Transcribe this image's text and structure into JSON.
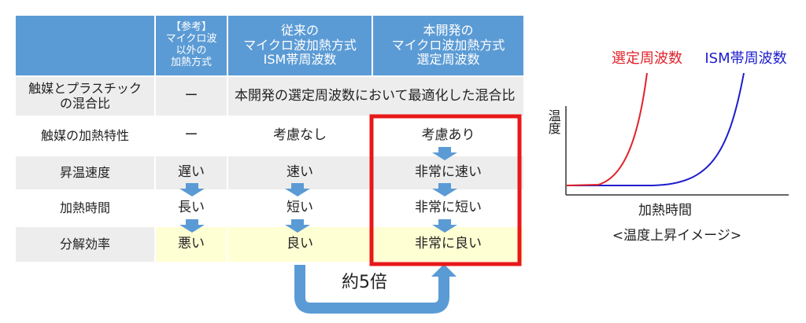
{
  "table": {
    "headers": [
      "",
      "【参考】マイクロ波以外の加熱方式",
      "従来のマイクロ波加熱方式ISM帯周波数",
      "本開発のマイクロ波加熱方式選定周波数"
    ],
    "header_lines": [
      [
        "【参考】",
        "マイクロ波",
        "以外の",
        "加熱方式"
      ],
      [
        "従来の",
        "マイクロ波加熱方式",
        "ISM帯周波数"
      ],
      [
        "本開発の",
        "マイクロ波加熱方式",
        "選定周波数"
      ]
    ],
    "rows": [
      {
        "label": "触媒とプラスチックの混合比",
        "label_lines": [
          "触媒とプラスチック",
          "の混合比"
        ],
        "c1": "ー",
        "merged": "本開発の選定周波数において最適化した混合比"
      },
      {
        "label": "触媒の加熱特性",
        "c1": "ー",
        "c2": "考慮なし",
        "c3": "考慮あり"
      },
      {
        "label": "昇温速度",
        "c1": "遅い",
        "c2": "速い",
        "c3": "非常に速い"
      },
      {
        "label": "加熱時間",
        "c1": "長い",
        "c2": "短い",
        "c3": "非常に短い"
      },
      {
        "label": "分解効率",
        "c1": "悪い",
        "c2": "良い",
        "c3": "非常に良い"
      }
    ],
    "comparison": "約5倍"
  },
  "graph": {
    "ylabel": "温度",
    "xlabel": "加熱時間",
    "caption": "<温度上昇イメージ>",
    "series": [
      {
        "name": "選定周波数",
        "color": "#e0222a"
      },
      {
        "name": "ISM帯周波数",
        "color": "#1c1ccc"
      }
    ]
  },
  "colors": {
    "header": "#5b9bd5",
    "highlight": "#e81818",
    "arrow": "#5b9bd5"
  }
}
